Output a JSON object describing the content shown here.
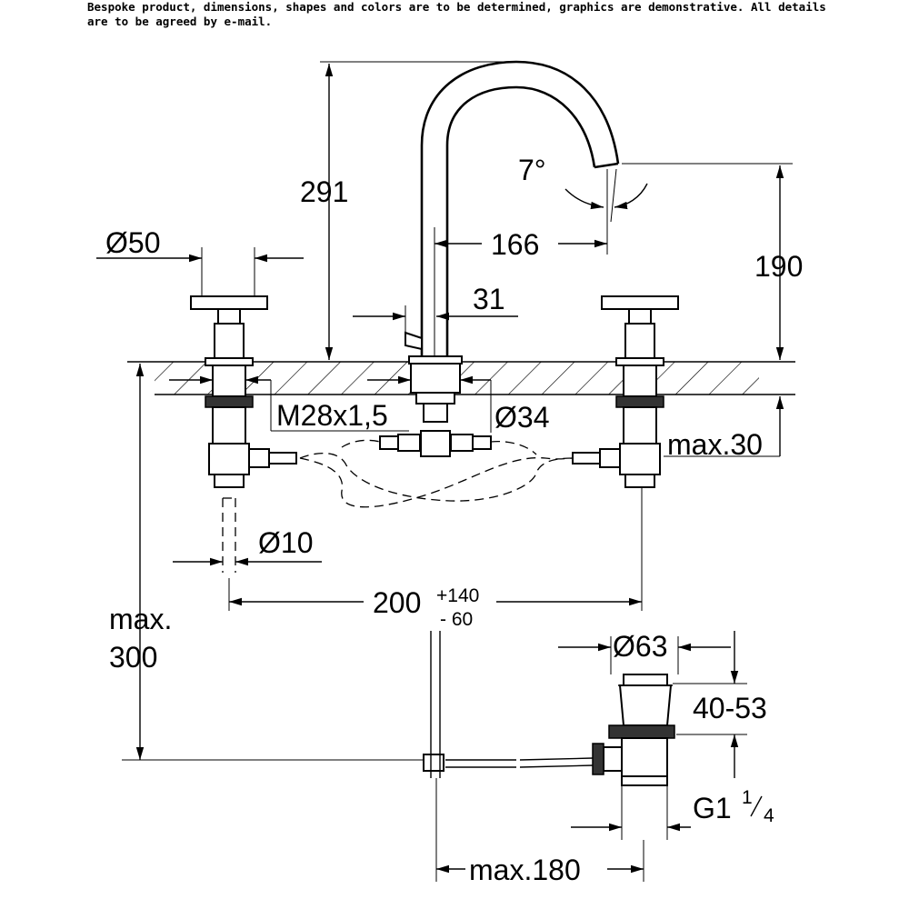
{
  "disclaimer": "Bespoke product, dimensions, shapes and colors are to be determined, graphics are demonstrative. All details are to be agreed by e-mail.",
  "dimensions": {
    "spout_height": "291",
    "spout_angle": "7°",
    "spout_reach": "166",
    "spout_outlet_height": "190",
    "handle_diameter": "Ø50",
    "spout_offset": "31",
    "thread": "M28x1,5",
    "spout_base_diameter": "Ø34",
    "max_deck_thickness": "max.30",
    "hose_diameter": "Ø10",
    "center_spacing": "200",
    "center_spacing_plus": "+140",
    "center_spacing_minus": "- 60",
    "max_depth_label_1": "max.",
    "max_depth_label_2": "300",
    "drain_diameter": "Ø63",
    "drain_range": "40-53",
    "drain_thread": "G1",
    "drain_thread_num": "1",
    "drain_thread_den": "4",
    "max_drain_offset": "max.180"
  }
}
